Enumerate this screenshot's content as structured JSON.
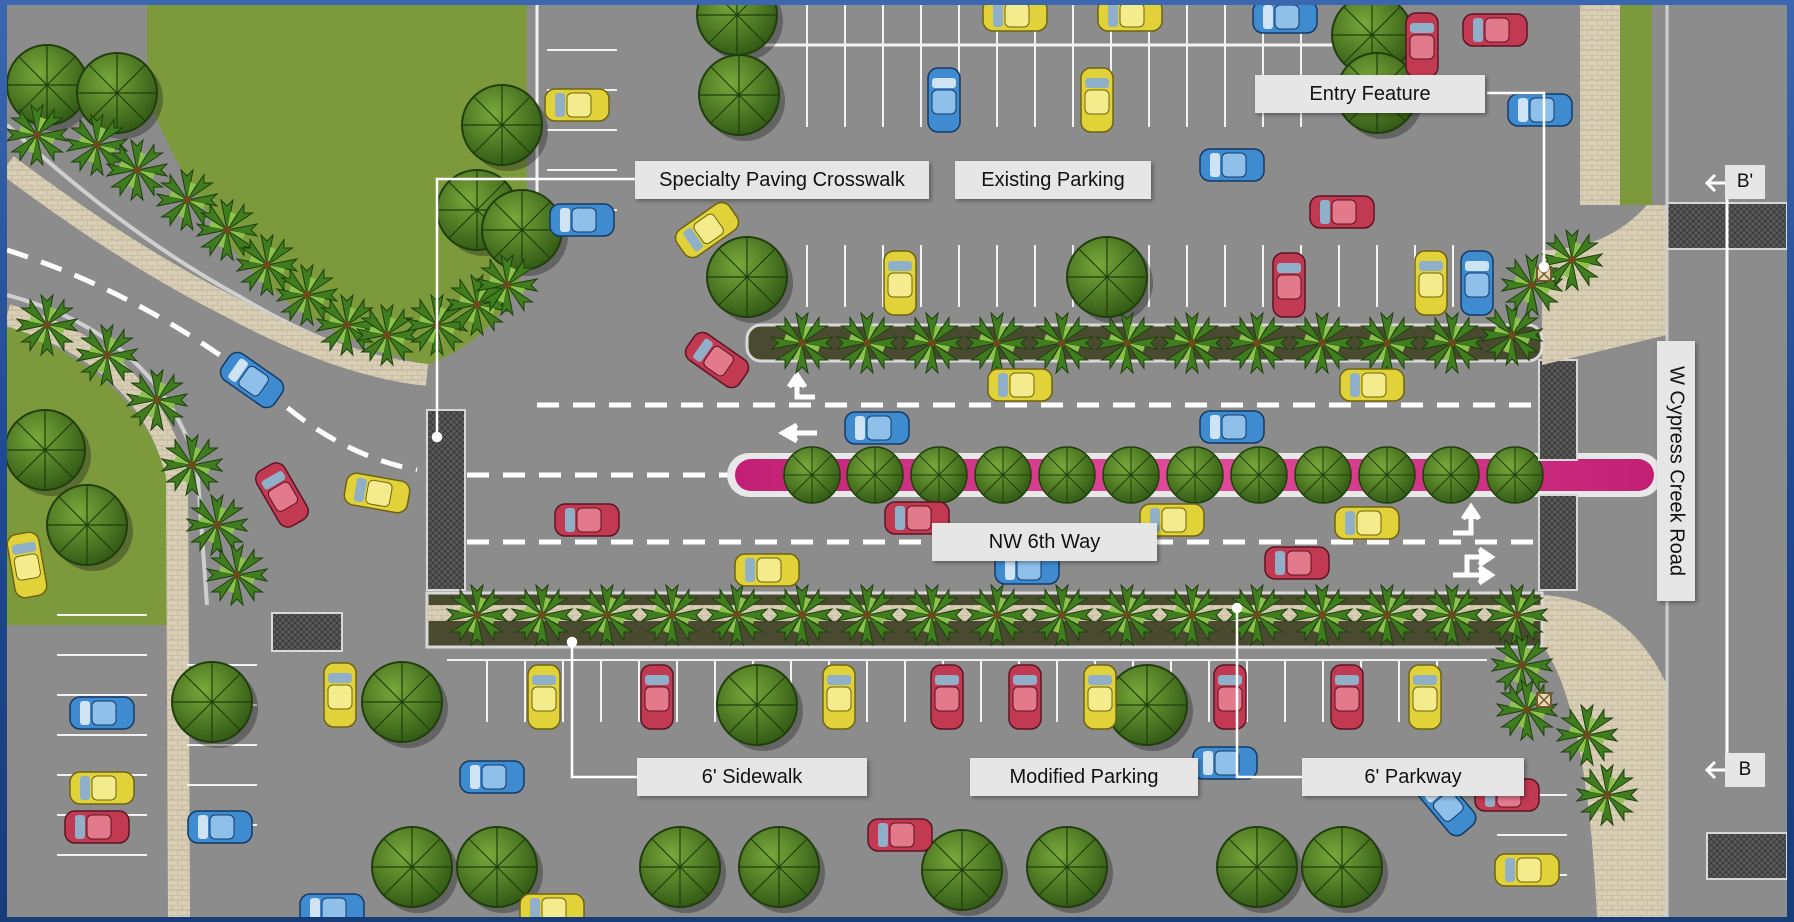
{
  "labels": {
    "entry_feature": "Entry Feature",
    "specialty_paving": "Specialty Paving Crosswalk",
    "existing_parking": "Existing Parking",
    "street_name": "NW 6th Way",
    "sidewalk": "6' Sidewalk",
    "modified_parking": "Modified Parking",
    "parkway": "6' Parkway",
    "road_name": "W Cypress Creek Road"
  },
  "section_markers": {
    "upper": "B'",
    "lower": "B"
  },
  "colors": {
    "frame_blue": "#1f4a93",
    "asphalt": "#8c8c8c",
    "lawn": "#7c9a3c",
    "concrete": "#d6cbb2",
    "planter_pink": "#d4297f",
    "tree_dark": "#3e6a1c",
    "car_yellow": "#e2d23a",
    "car_red": "#c23a52",
    "car_blue": "#3f8bd0"
  },
  "icons": {
    "trees": "canopy-tree-icon",
    "palms": "palm-tree-icon",
    "cars": "car-icon",
    "arrows": "traffic-arrow-icon",
    "entry": "entry-feature-icon"
  }
}
